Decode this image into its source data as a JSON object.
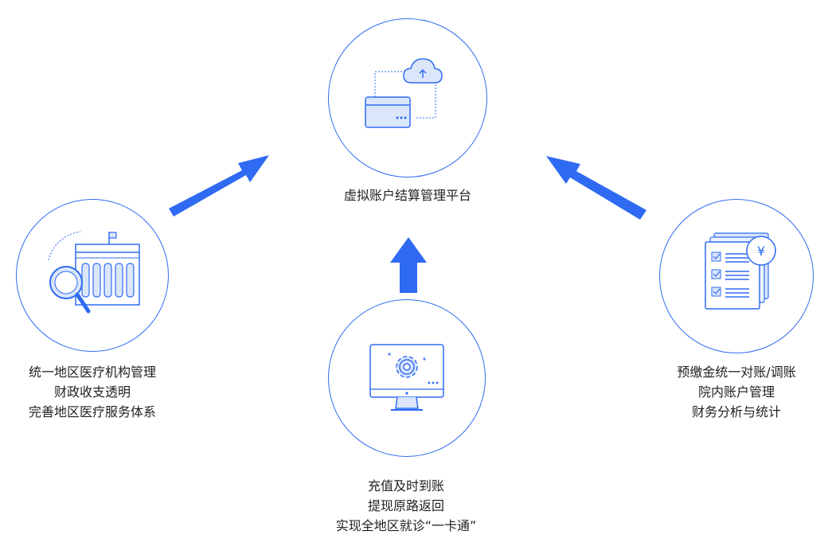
{
  "platform": {
    "label": "虚拟账户结算管理平台",
    "icon": "card-cloud-upload-icon"
  },
  "left": {
    "icon": "hospital-search-icon",
    "lines": [
      "统一地区医疗机构管理",
      "财政收支透明",
      "完善地区医疗服务体系"
    ]
  },
  "bottom": {
    "icon": "monitor-gear-icon",
    "lines": [
      "充值及时到账",
      "提现原路返回",
      "实现全地区就诊“一卡通”"
    ]
  },
  "right": {
    "icon": "documents-yuan-icon",
    "lines": [
      "预缴金统一对账/调账",
      "院内账户管理",
      "财务分析与统计"
    ],
    "badge_symbol": "¥"
  },
  "colors": {
    "accent": "#2f6bf2",
    "arrow": "#2f6bf2",
    "icon_light": "#dbe6fb",
    "text": "#1f1f1f"
  }
}
